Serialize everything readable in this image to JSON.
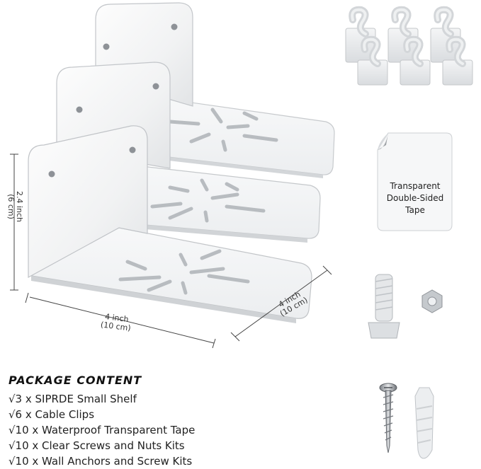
{
  "dimensions": {
    "height": {
      "line1": "2.4 inch",
      "line2": "(6 cm)"
    },
    "width": {
      "line1": "4 inch",
      "line2": "(10 cm)"
    },
    "depth": {
      "line1": "4 inch",
      "line2": "(10 cm)"
    }
  },
  "accessories": {
    "tape_label": {
      "line1": "Transparent",
      "line2": "Double-Sided",
      "line3": "Tape"
    }
  },
  "package": {
    "title": "PACKAGE CONTENT",
    "items": [
      "√3 x SIPRDE Small Shelf",
      "√6 x Cable Clips",
      "√10 x Waterproof Transparent Tape",
      "√10 x Clear Screws and Nuts Kits",
      "√10 x Wall Anchors and Screw Kits"
    ]
  }
}
